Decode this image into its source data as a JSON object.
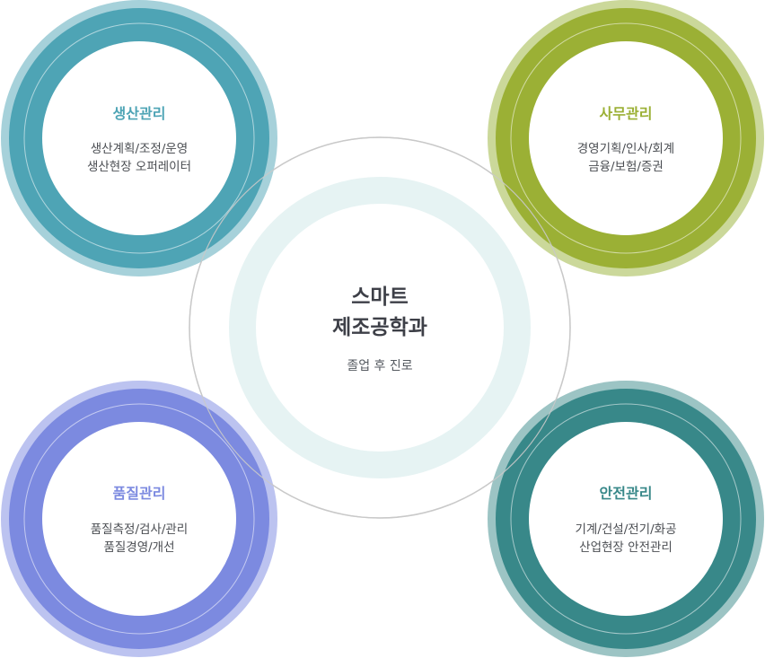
{
  "center": {
    "title_line1": "스마트",
    "title_line2": "제조공학과",
    "subtitle": "졸업 후 진로",
    "ring_color": "#e6f3f3",
    "outline_color": "#c9c9c9"
  },
  "nodes": [
    {
      "id": "production",
      "title": "생산관리",
      "line1": "생산계획/조정/운영",
      "line2": "생산현장 오퍼레이터",
      "color": "#4ea4b5",
      "halo": "#a6d1da"
    },
    {
      "id": "office",
      "title": "사무관리",
      "line1": "경영기획/인사/회계",
      "line2": "금융/보험/증권",
      "color": "#9bb035",
      "halo": "#cbd89a"
    },
    {
      "id": "quality",
      "title": "품질관리",
      "line1": "품질측정/검사/관리",
      "line2": "품질경영/개선",
      "color": "#7c8ae0",
      "halo": "#bcc3f0"
    },
    {
      "id": "safety",
      "title": "안전관리",
      "line1": "기계/건설/전기/화공",
      "line2": "산업현장 안전관리",
      "color": "#388889",
      "halo": "#9cc4c4"
    }
  ]
}
